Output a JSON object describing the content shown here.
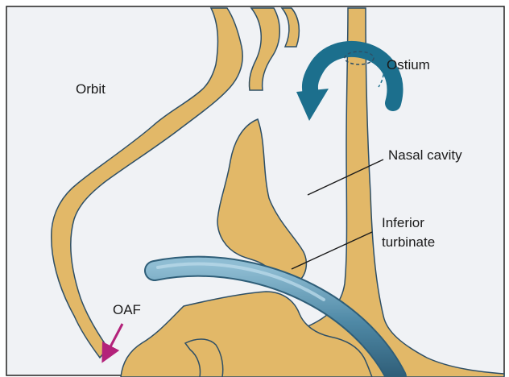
{
  "labels": {
    "orbit": "Orbit",
    "ostium": "Ostium",
    "nasal_cavity": "Nasal cavity",
    "inferior_turbinate_line1": "Inferior",
    "inferior_turbinate_line2": "turbinate",
    "oaf": "OAF"
  },
  "colors": {
    "background": "#f0f2f5",
    "bone_fill": "#e2b868",
    "bone_edge": "#2e4f66",
    "flow_arrow": "#1c6f8d",
    "catheter": "#4f89a6",
    "oaf_arrow": "#b3227a",
    "frame": "#222222"
  }
}
